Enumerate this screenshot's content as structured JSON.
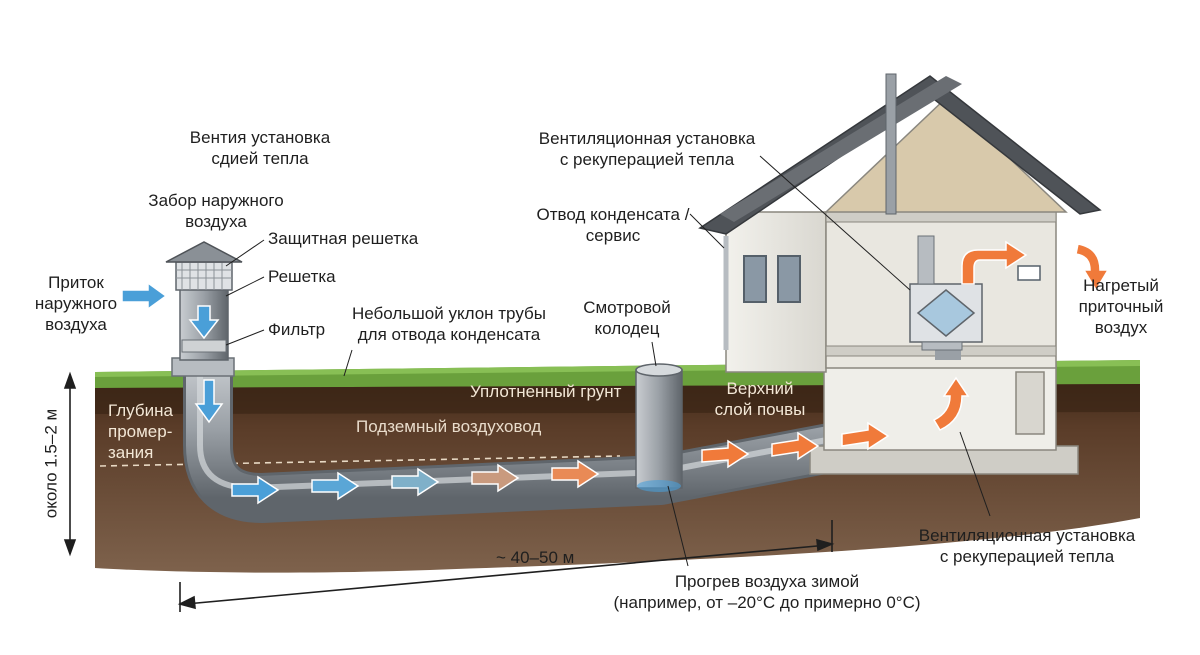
{
  "labels": {
    "top_unit_line1": "Вентия установка",
    "top_unit_line2": "сдией тепла",
    "intake_line1": "Забор наружного",
    "intake_line2": "воздуха",
    "protective_grille": "Защитная решетка",
    "grille": "Решетка",
    "filter": "Фильтр",
    "inflow_line1": "Приток",
    "inflow_line2": "наружного",
    "inflow_line3": "воздуха",
    "slope_line1": "Небольшой уклон трубы",
    "slope_line2": "для отвода конденсата",
    "inspection_line1": "Смотровой",
    "inspection_line2": "колодец",
    "compacted_soil": "Уплотненный грунт",
    "topsoil_line1": "Верхний",
    "topsoil_line2": "слой почвы",
    "freeze_line1": "Глубина",
    "freeze_line2": "промер-",
    "freeze_line3": "зания",
    "underground_duct": "Подземный воздуховод",
    "depth": "около 1.5–2 м",
    "length": "~ 40–50 м",
    "winter_line1": "Прогрев воздуха зимой",
    "winter_line2": "(например, от –20°С до примерно 0°С)",
    "house_unit_line1": "Вентиляционная установка",
    "house_unit_line2": "с рекуперацией тепла",
    "condensate_line1": "Отвод конденсата /",
    "condensate_line2": "сервис",
    "heated_line1": "Нагретый",
    "heated_line2": "приточный",
    "heated_line3": "воздух",
    "bottom_unit_line1": "Вентиляционная установка",
    "bottom_unit_line2": "с рекуперацией тепла"
  },
  "colors": {
    "cold_air": "#4a9fd8",
    "warm_air": "#f07a3a",
    "soil_top": "#4a3020",
    "soil_deep": "#7a5a42",
    "grass": "#6aa03c",
    "pipe": "#9aa0a6",
    "roof": "#4f5358",
    "wall": "#eceae4"
  }
}
